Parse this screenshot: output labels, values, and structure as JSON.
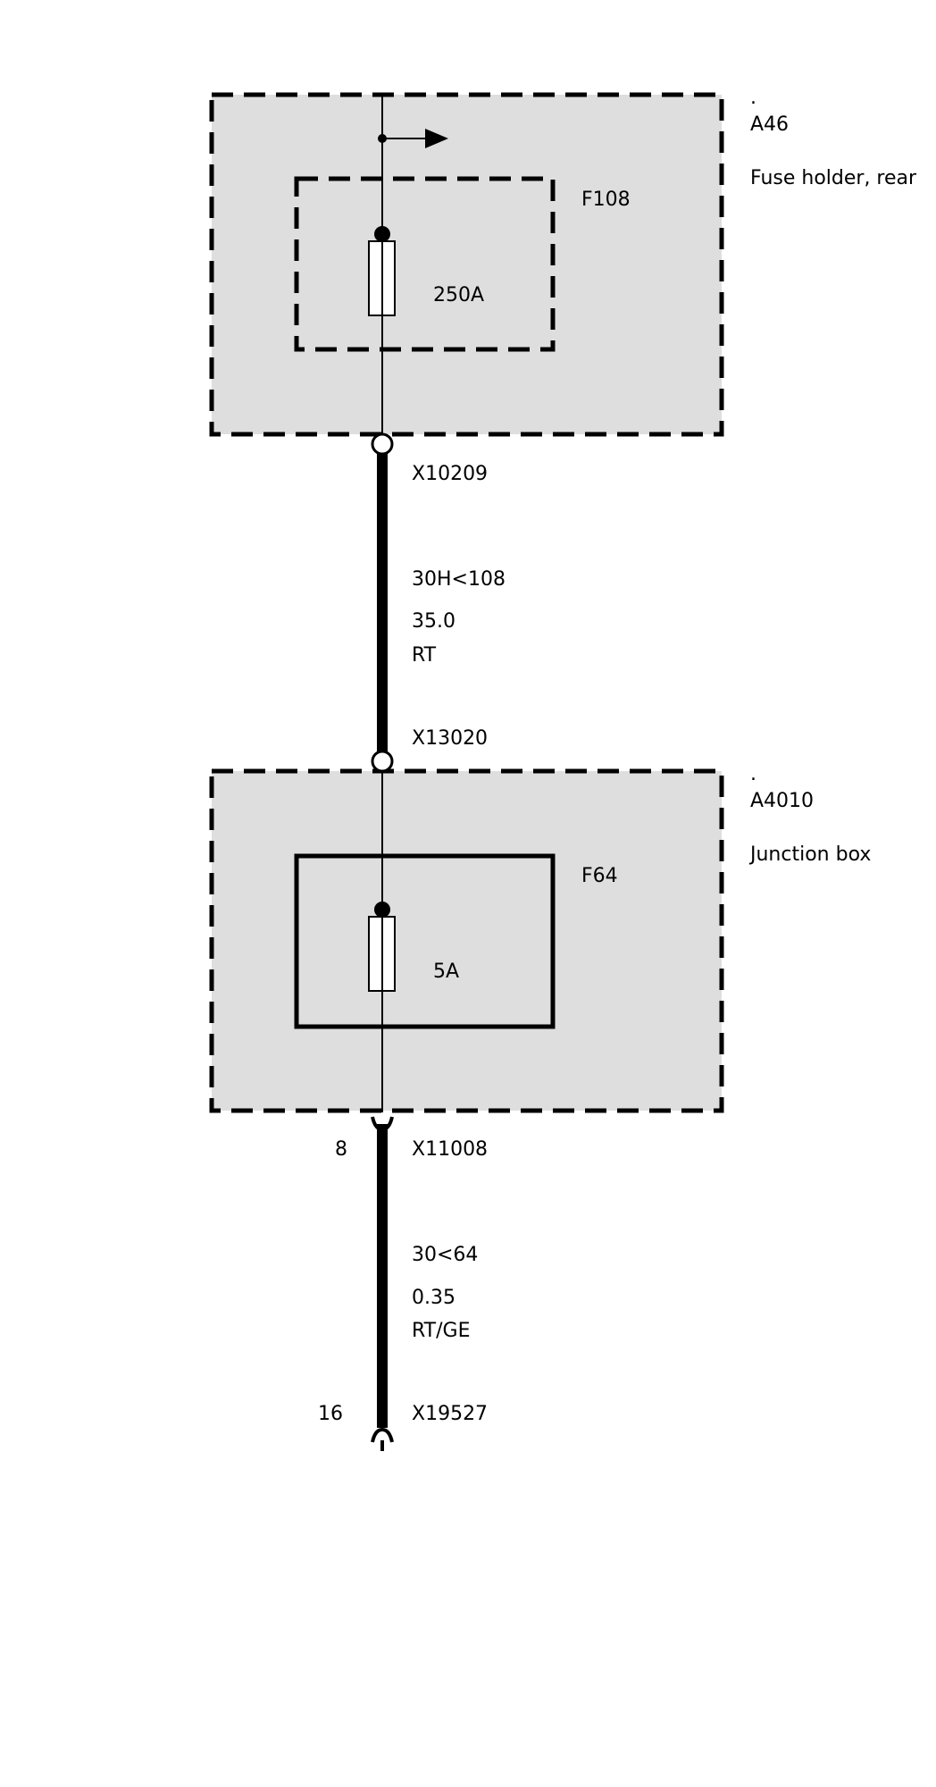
{
  "modules": [
    {
      "dot": ".",
      "id": "A46",
      "desc": "Fuse holder, rear"
    },
    {
      "dot": ".",
      "id": "A4010",
      "desc": "Junction box"
    }
  ],
  "fuses": [
    {
      "id": "F108",
      "rating": "250A"
    },
    {
      "id": "F64",
      "rating": "5A"
    }
  ],
  "connectors": {
    "upper_top": "X10209",
    "upper_bottom": "X13020",
    "lower_top": "X11008",
    "lower_top_pin": "8",
    "lower_bottom": "X19527",
    "lower_bottom_pin": "16"
  },
  "wires": [
    {
      "circuit": "30H<108",
      "gauge": "35.0",
      "color": "RT"
    },
    {
      "circuit": "30<64",
      "gauge": "0.35",
      "color": "RT/GE"
    }
  ]
}
